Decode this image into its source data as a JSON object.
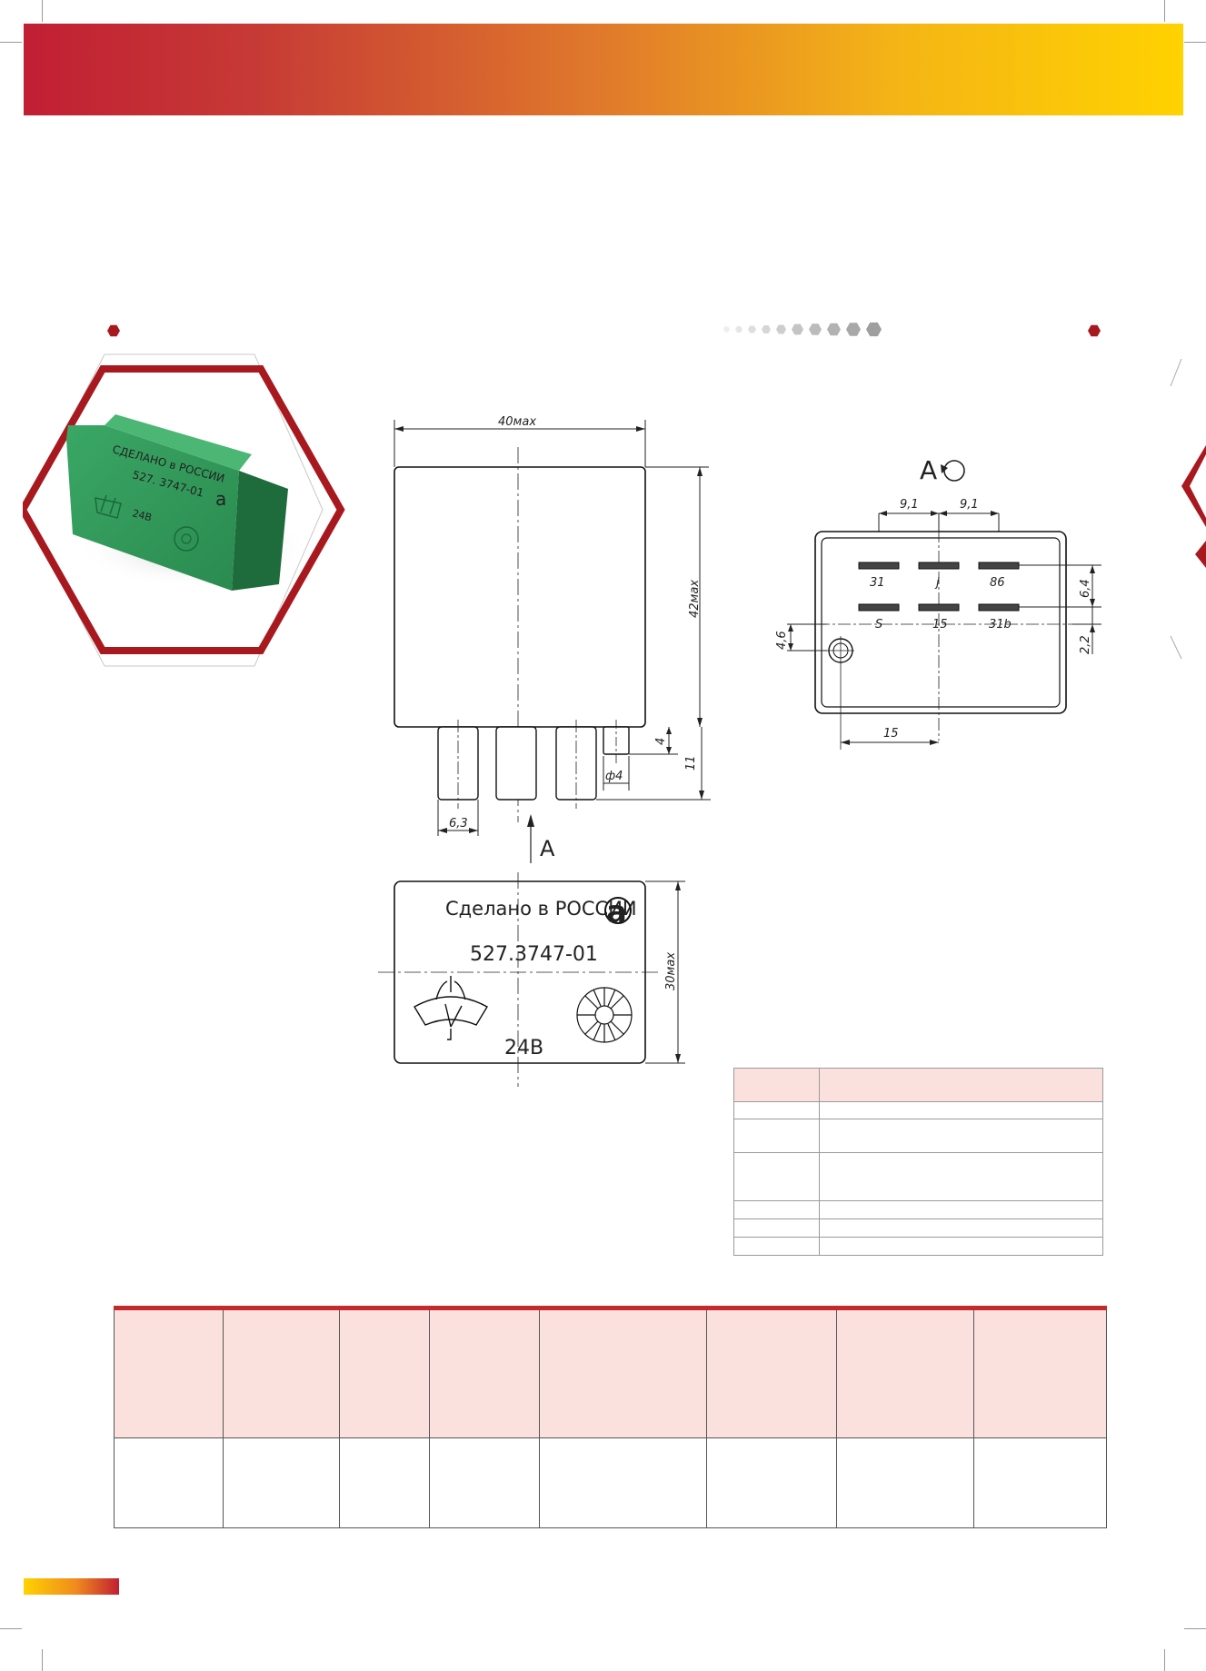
{
  "drawing": {
    "side_view": {
      "width_label": "40мах",
      "height_label": "42мах",
      "pin_length_label": "11",
      "pin_small_label": "4",
      "pin_diameter_label": "ф4",
      "pin_width_label": "6,3",
      "view_arrow_label": "A"
    },
    "view_a": {
      "title": "A",
      "spacing_left": "9,1",
      "spacing_right": "9,1",
      "pins_top": [
        "31",
        "j",
        "86"
      ],
      "pins_bottom": [
        "S",
        "15",
        "31b"
      ],
      "dim_vertical_right_top": "6,4",
      "dim_vertical_right_bottom": "2,2",
      "dim_vertical_left": "4,6",
      "dim_bottom": "15"
    },
    "top_view": {
      "made_in": "Сделано в РОССИИ",
      "part_number": "527.3747-01",
      "voltage": "24В",
      "height_label": "30мах",
      "logo_letter": "a"
    }
  },
  "photo": {
    "made_in": "СДЕЛАНО в РОССИИ",
    "part_number": "527. 3747-01",
    "voltage": "24В",
    "logo_letter": "a"
  },
  "colors": {
    "brand_red": "#a8191f",
    "table_header": "#fbe1de",
    "relay_green": "#2f9a58"
  }
}
